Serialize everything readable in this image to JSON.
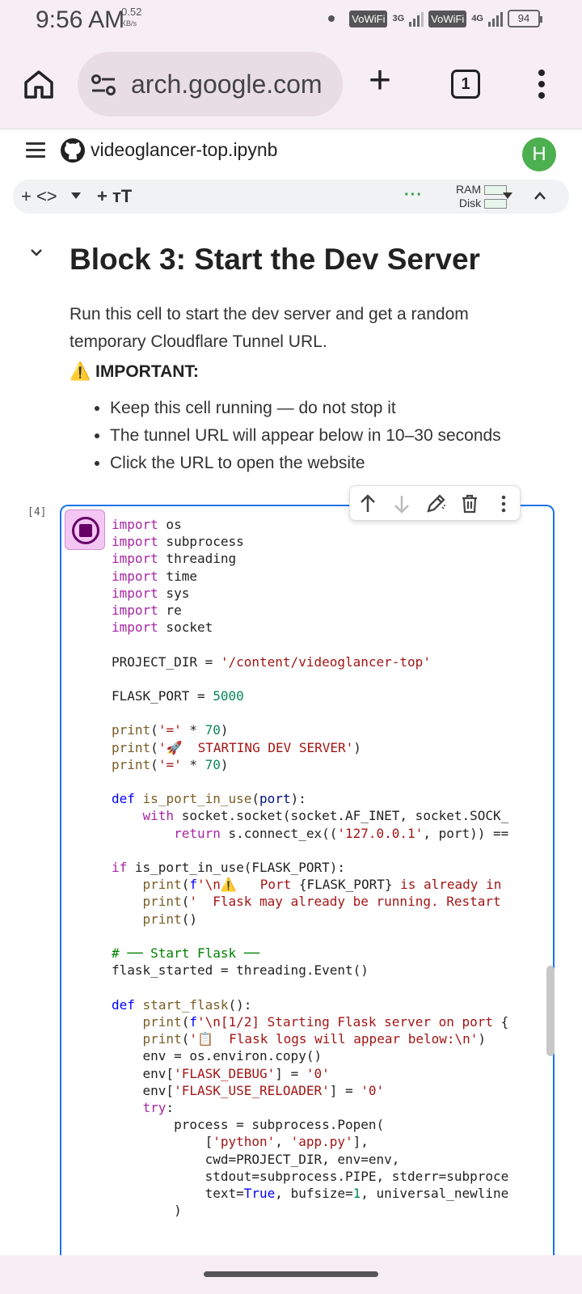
{
  "status": {
    "time": "9:56 AM",
    "net_speed": "0.52",
    "net_unit": "KB/s",
    "sim1": "VoWiFi",
    "sim1_net": "3G",
    "sim2": "VoWiFi",
    "sim2_net": "4G",
    "battery": "94"
  },
  "browser": {
    "url": "arch.google.com",
    "tab_count": "1"
  },
  "notebook": {
    "filename": "videoglancer-top.ipynb",
    "avatar_letter": "H",
    "toolbar": {
      "add_code": "+ <>",
      "add_text": "+ ᴛT",
      "ram_label": "RAM",
      "disk_label": "Disk"
    }
  },
  "markdown": {
    "heading": "Block 3: Start the Dev Server",
    "paragraph": "Run this cell to start the dev server and get a random temporary Cloudflare Tunnel URL.",
    "important": "⚠️ IMPORTANT:",
    "bullets": [
      "Keep this cell running — do not stop it",
      "The tunnel URL will appear below in 10–30 seconds",
      "Click the URL to open the website"
    ]
  },
  "cell": {
    "execution_count": "[4]"
  }
}
